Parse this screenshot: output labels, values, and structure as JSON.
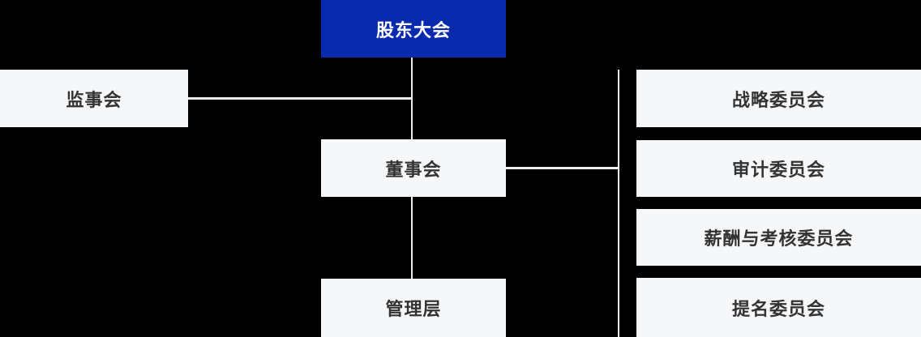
{
  "org_chart": {
    "type": "organization-diagram",
    "nodes": {
      "shareholders_meeting": {
        "label": "股东大会"
      },
      "supervisory_board": {
        "label": "监事会"
      },
      "board_of_directors": {
        "label": "董事会"
      },
      "management": {
        "label": "管理层"
      }
    },
    "committees": [
      {
        "label": "战略委员会"
      },
      {
        "label": "审计委员会"
      },
      {
        "label": "薪酬与考核委员会"
      },
      {
        "label": "提名委员会"
      }
    ],
    "edges": [
      "shareholders_meeting -> board_of_directors",
      "supervisory_board -> center-spine",
      "board_of_directors -> management",
      "board_of_directors -> committees-spine"
    ]
  },
  "colors": {
    "background": "#000000",
    "primary_blue": "#0a2aad",
    "node_background": "#f6f7f9",
    "node_text": "#333333",
    "root_text": "#ffffff",
    "connector": "#ededee"
  }
}
